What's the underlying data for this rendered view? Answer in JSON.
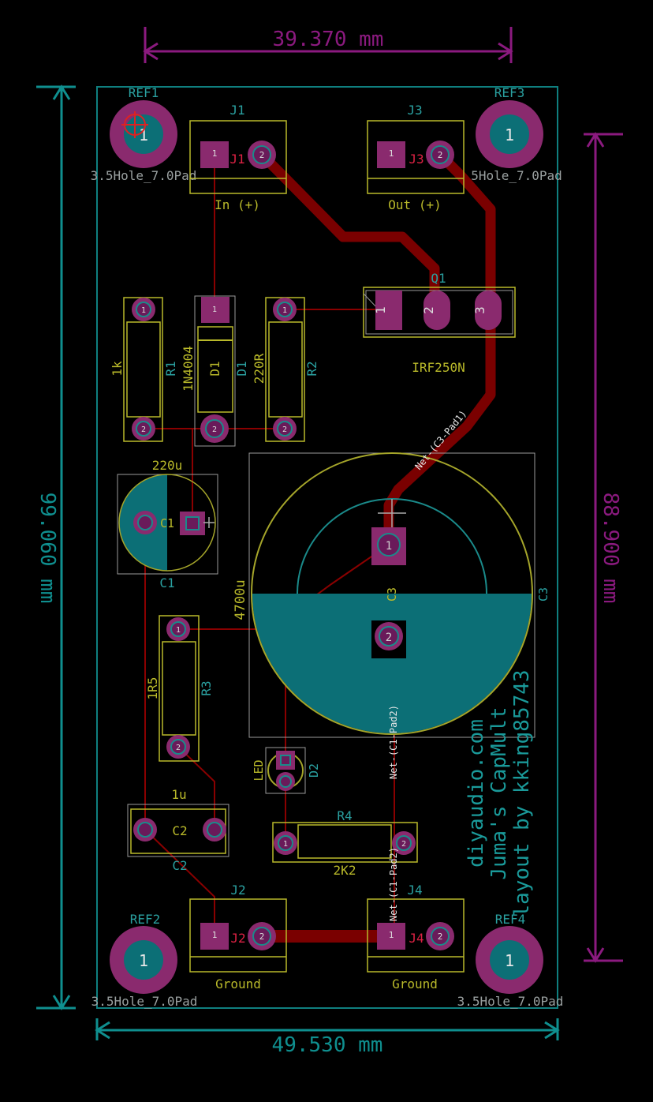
{
  "dimensions": {
    "top": "39.370 mm",
    "bottom": "49.530 mm",
    "left": "99.060 mm",
    "right": "88.900 mm"
  },
  "mounting_holes": [
    {
      "ref": "REF1",
      "footprint": "3.5Hole_7.0Pad",
      "pad": "1"
    },
    {
      "ref": "REF3",
      "footprint": "5Hole_7.0Pad",
      "pad": "1"
    },
    {
      "ref": "REF2",
      "footprint": "3.5Hole_7.0Pad",
      "pad": "1"
    },
    {
      "ref": "REF4",
      "footprint": "3.5Hole_7.0Pad",
      "pad": "1"
    }
  ],
  "connectors": [
    {
      "ref": "J1",
      "value": "In (+)",
      "pads": [
        "1",
        "2"
      ]
    },
    {
      "ref": "J3",
      "value": "Out (+)",
      "pads": [
        "1",
        "2"
      ]
    },
    {
      "ref": "J2",
      "value": "Ground",
      "pads": [
        "1",
        "2"
      ]
    },
    {
      "ref": "J4",
      "value": "Ground",
      "pads": [
        "1",
        "2"
      ]
    }
  ],
  "components": {
    "q1": {
      "ref": "Q1",
      "value": "IRF250N",
      "pads": [
        "1",
        "2",
        "3"
      ]
    },
    "r1": {
      "ref": "R1",
      "value": "1k",
      "pads": [
        "1",
        "2"
      ]
    },
    "d1": {
      "ref": "D1",
      "value": "1N4004",
      "fab": "D1",
      "pads": [
        "1",
        "2"
      ]
    },
    "r2": {
      "ref": "R2",
      "value": "220R",
      "pads": [
        "1",
        "2"
      ]
    },
    "c1": {
      "ref": "C1",
      "value": "220u",
      "fab": "C1"
    },
    "c3": {
      "ref": "C3",
      "value": "4700u",
      "fab": "C3",
      "pads": [
        "1",
        "2"
      ]
    },
    "r3": {
      "ref": "R3",
      "value": "1R5",
      "pads": [
        "1",
        "2"
      ]
    },
    "d2": {
      "ref": "D2",
      "value": "LED"
    },
    "c2": {
      "ref": "C2",
      "value": "1u",
      "fab": "C2"
    },
    "r4": {
      "ref": "R4",
      "value": "2K2",
      "pads": [
        "1",
        "2"
      ]
    }
  },
  "net_labels": [
    "Net-(C3-Pad1)",
    "Net-(C1-Pad2)",
    "Net-(C1-Pad2)"
  ],
  "silkscreen_text": [
    "diyaudio.com",
    "Juma's CapMult",
    "layout by kking85743"
  ],
  "colors": {
    "dimension": "#8b1a7f",
    "reference": "#2aa0a0",
    "value": "#b9b92a",
    "copper": "#7a0000",
    "pad": "#8a2a6e",
    "fill": "#0c6f76"
  }
}
